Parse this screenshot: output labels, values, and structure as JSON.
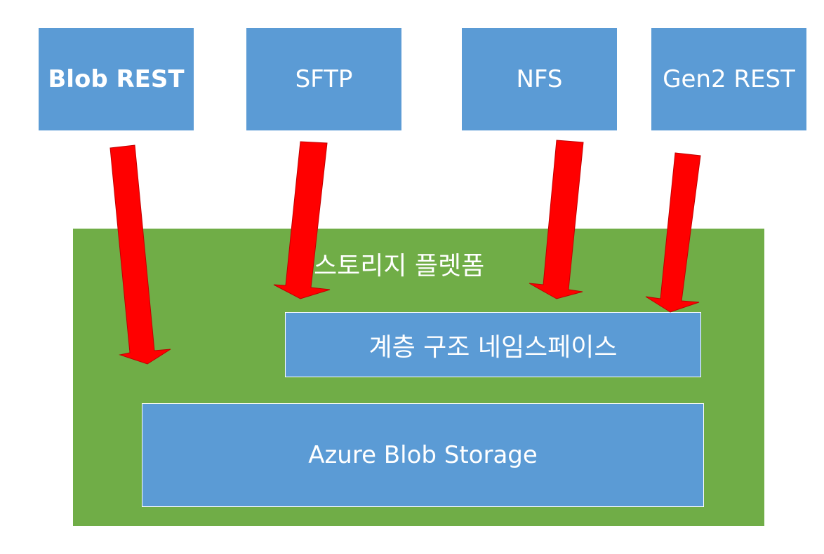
{
  "protocols": {
    "blob_rest": "Blob REST",
    "sftp": "SFTP",
    "nfs": "NFS",
    "gen2_rest": "Gen2 REST"
  },
  "platform": {
    "label": "스토리지 플렛폼",
    "hierarchical_namespace": "계층 구조 네임스페이스",
    "blob_storage": "Azure Blob Storage"
  },
  "colors": {
    "box_blue": "#5b9bd5",
    "platform_green": "#70ad47",
    "arrow_red": "#ff0000"
  }
}
